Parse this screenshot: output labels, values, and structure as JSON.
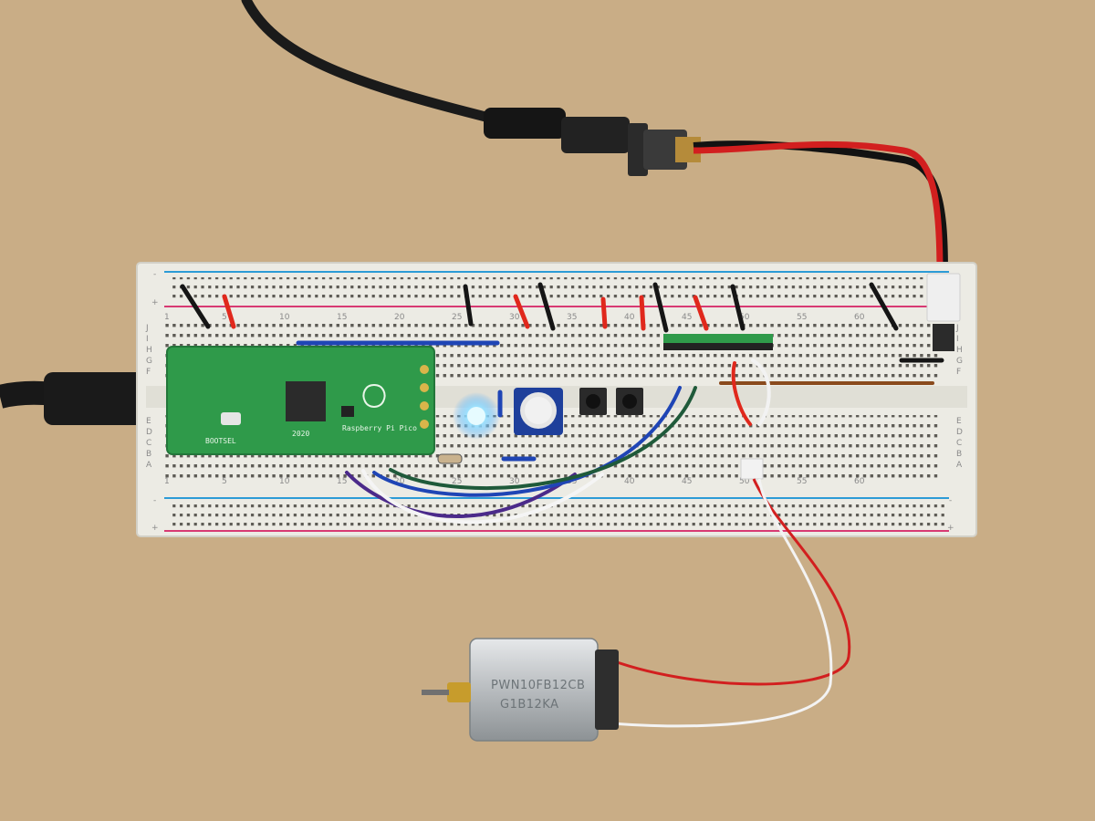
{
  "scene": {
    "background_color": "#c9ad86",
    "breadboard_color": "#ecebe4",
    "pico_color": "#2f9a4a"
  },
  "breadboard": {
    "rail_symbols": {
      "minus": "-",
      "plus": "+"
    },
    "column_numbers": [
      "1",
      "5",
      "10",
      "15",
      "20",
      "25",
      "30",
      "35",
      "40",
      "45",
      "50",
      "55",
      "60"
    ],
    "row_letters_top": [
      "J",
      "I",
      "H",
      "G",
      "F"
    ],
    "row_letters_bottom": [
      "E",
      "D",
      "C",
      "B",
      "A"
    ]
  },
  "pico": {
    "silkscreen_1": "2020",
    "silkscreen_2": "BOOTSEL",
    "silkscreen_3": "Raspberry Pi Pico"
  },
  "motor": {
    "label_line1": "PWN10FB12CB",
    "label_line2": "G1B12KA"
  }
}
